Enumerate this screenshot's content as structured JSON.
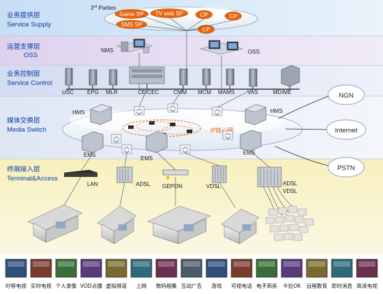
{
  "layers": {
    "service_supply": {
      "cn": "业务提供层",
      "en": "Service Supply"
    },
    "oss": {
      "cn": "运营支撑层",
      "en": "OSS"
    },
    "service_control": {
      "cn": "业务控制层",
      "en": "Service Control"
    },
    "media_switch": {
      "cn": "媒体交换层",
      "en": "Media Switch"
    },
    "terminal_access": {
      "cn": "终端接入层",
      "en": "Terminal&Access"
    }
  },
  "service_supply": {
    "third_parties_prefix": "3",
    "third_parties_sup": "rd",
    "third_parties_suffix": " Parties",
    "providers": [
      "Game SP",
      "TV web SP",
      "CP",
      "CP",
      "SMS SP",
      "CP"
    ]
  },
  "oss": {
    "nms": "NMS",
    "oss": "OSS"
  },
  "service_control": {
    "servers": [
      "USC",
      "EPG",
      "MLR",
      "CE/CEC",
      "CMM",
      "MCM",
      "MAMS",
      "VAS",
      "MD/ME"
    ]
  },
  "media_switch": {
    "hms_left": "HMS",
    "hms_right": "HMS",
    "ems_left": "EMS",
    "ems_mid": "EMS",
    "ems_right": "EMS",
    "core_network": "IP核心网"
  },
  "external_networks": [
    "NGN",
    "Internet",
    "PSTN"
  ],
  "access": {
    "lan": "LAN",
    "adsl": "ADSL",
    "gepon": "GEPON",
    "vdsl": "VDSL",
    "adsl2": "ADSL",
    "vdsl2": "VDSL"
  },
  "services": [
    "时移电视",
    "实时电视",
    "个人录像",
    "VOD点播",
    "虚拟频道",
    "上网",
    "数码相集",
    "互动广告",
    "游戏",
    "可视电话",
    "电子商务",
    "卡拉OK",
    "远程教育",
    "即时消息",
    "高清电视"
  ],
  "colors": {
    "band_blue": "#cfe3f7",
    "band_purple": "#e4dcf0",
    "band_lavender": "#dde4f3",
    "band_light": "#e9eef8",
    "band_bottom": "#f3eec0",
    "accent_orange": "#e8650c",
    "layer_text": "#0b3a9c"
  }
}
